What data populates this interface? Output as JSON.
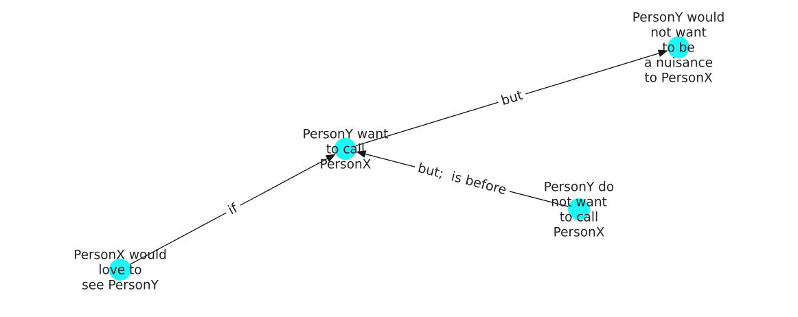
{
  "colors": {
    "node_fill": "#1ff6f6",
    "edge": "#111111",
    "label": "#222222",
    "background": "#ffffff"
  },
  "nodes": [
    {
      "id": "n1",
      "lines": [
        "PersonX would",
        "love to",
        "see PersonY"
      ]
    },
    {
      "id": "n2",
      "lines": [
        "PersonY want",
        "to call",
        "PersonX"
      ]
    },
    {
      "id": "n3",
      "lines": [
        "PersonY would",
        "not want",
        "to be",
        "a nuisance",
        "to PersonX"
      ]
    },
    {
      "id": "n4",
      "lines": [
        "PersonY do",
        "not want",
        "to call",
        "PersonX"
      ]
    }
  ],
  "edges": [
    {
      "id": "e1",
      "source": "n1",
      "target": "n2",
      "label": "if"
    },
    {
      "id": "e2",
      "source": "n2",
      "target": "n3",
      "label": "but"
    },
    {
      "id": "e3",
      "source": "n4",
      "target": "n2",
      "label": "but;  is before"
    }
  ]
}
